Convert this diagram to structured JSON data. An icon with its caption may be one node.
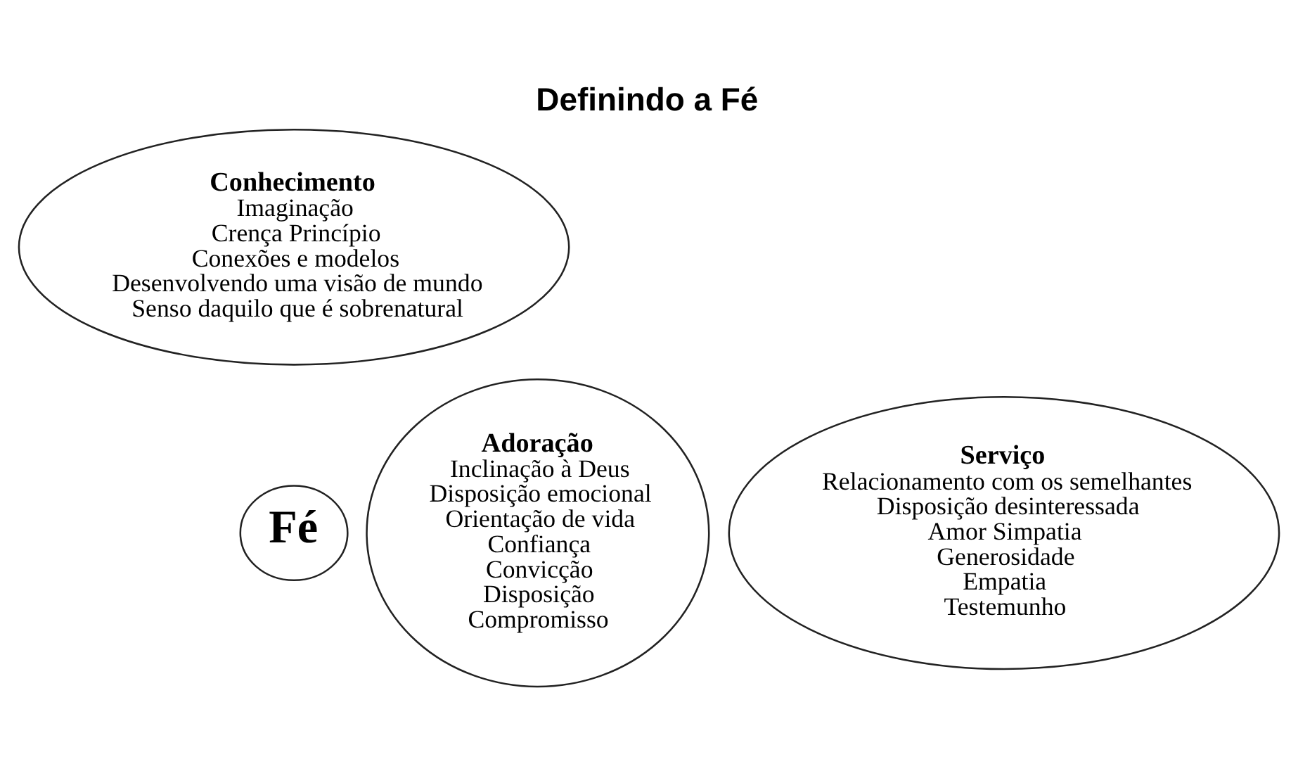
{
  "diagram": {
    "title": "Definindo a Fé",
    "nodes": [
      {
        "text": [
          "Conhecimento",
          "Imaginação",
          "Crença Princípio",
          "Conexões e modelos",
          "Desenvolvendo uma visão de mundo",
          "Senso daquilo que é sobrenatural"
        ]
      },
      {
        "text": [
          "Adoração",
          "Inclinação à Deus",
          "Disposição emocional",
          "Orientação de vida",
          "Confiança",
          "Convicção",
          "Disposição",
          "Compromisso"
        ]
      },
      {
        "text": [
          "Fé"
        ]
      },
      {
        "text": [
          "Serviço",
          "Relacionamento com os semelhantes",
          "Disposição desinteressada",
          "Amor Simpatia",
          "Generosidade",
          "Empatia",
          "Testemunho"
        ]
      }
    ]
  }
}
